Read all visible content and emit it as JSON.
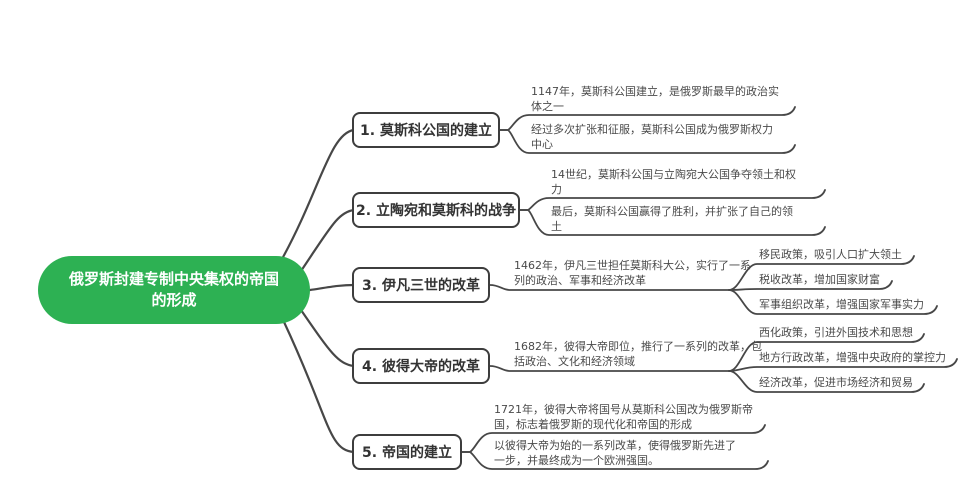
{
  "root": {
    "label": "俄罗斯封建专制中央集权的帝国的形成"
  },
  "branches": [
    {
      "label": "1. 莫斯科公国的建立",
      "children": [
        {
          "label": "1147年，莫斯科公国建立，是俄罗斯最早的政治实体之一"
        },
        {
          "label": "经过多次扩张和征服，莫斯科公国成为俄罗斯权力中心"
        }
      ]
    },
    {
      "label": "2. 立陶宛和莫斯科的战争",
      "children": [
        {
          "label": "14世纪，莫斯科公国与立陶宛大公国争夺领土和权力"
        },
        {
          "label": "最后，莫斯科公国赢得了胜利，并扩张了自己的领土"
        }
      ]
    },
    {
      "label": "3. 伊凡三世的改革",
      "children": [
        {
          "label": "1462年，伊凡三世担任莫斯科大公，实行了一系列的政治、军事和经济改革",
          "children": [
            {
              "label": "移民政策，吸引人口扩大领土"
            },
            {
              "label": "税收改革，增加国家财富"
            },
            {
              "label": "军事组织改革，增强国家军事实力"
            }
          ]
        }
      ]
    },
    {
      "label": "4. 彼得大帝的改革",
      "children": [
        {
          "label": "1682年，彼得大帝即位，推行了一系列的改革，包括政治、文化和经济领域",
          "children": [
            {
              "label": "西化政策，引进外国技术和思想"
            },
            {
              "label": "地方行政改革，增强中央政府的掌控力"
            },
            {
              "label": "经济改革，促进市场经济和贸易"
            }
          ]
        }
      ]
    },
    {
      "label": "5. 帝国的建立",
      "children": [
        {
          "label": "1721年，彼得大帝将国号从莫斯科公国改为俄罗斯帝国，标志着俄罗斯的现代化和帝国的形成"
        },
        {
          "label": "以彼得大帝为始的一系列改革，使得俄罗斯先进了一步，并最终成为一个欧洲强国。"
        }
      ]
    }
  ],
  "colors": {
    "root_fill": "#2db153",
    "root_text": "#ffffff",
    "branch_border": "#3d3d3d",
    "branch_text": "#333333",
    "leaf_text": "#4a4a4a",
    "line": "#4a4a4a",
    "background": "#ffffff"
  }
}
